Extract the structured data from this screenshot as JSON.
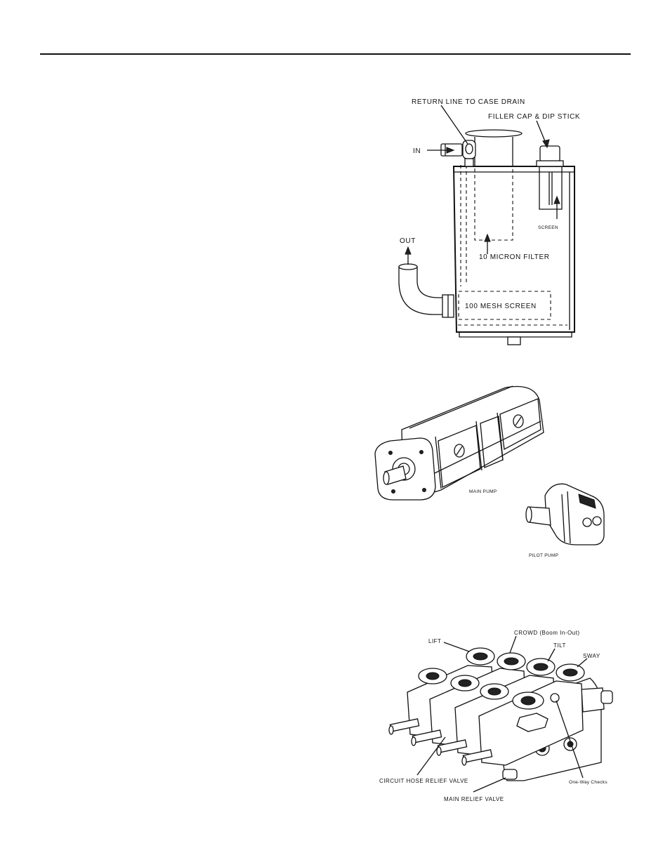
{
  "figure_reservoir": {
    "return_line": "RETURN LINE TO CASE DRAIN",
    "filler_cap": "FILLER CAP & DIP STICK",
    "in": "IN",
    "screen": "SCREEN",
    "out": "OUT",
    "micron_filter": "10 MICRON FILTER",
    "mesh_screen": "100 MESH SCREEN"
  },
  "figure_pumps": {
    "main_pump": "MAIN PUMP",
    "pilot_pump": "PILOT PUMP"
  },
  "figure_valve": {
    "crowd": "CROWD (Boom In-Out)",
    "lift": "LIFT",
    "tilt": "TILT",
    "sway": "SWAY",
    "circuit_hose_relief": "CIRCUIT HOSE RELIEF VALVE",
    "one_way_checks": "One-Way Checks",
    "main_relief": "MAIN RELIEF VALVE"
  }
}
